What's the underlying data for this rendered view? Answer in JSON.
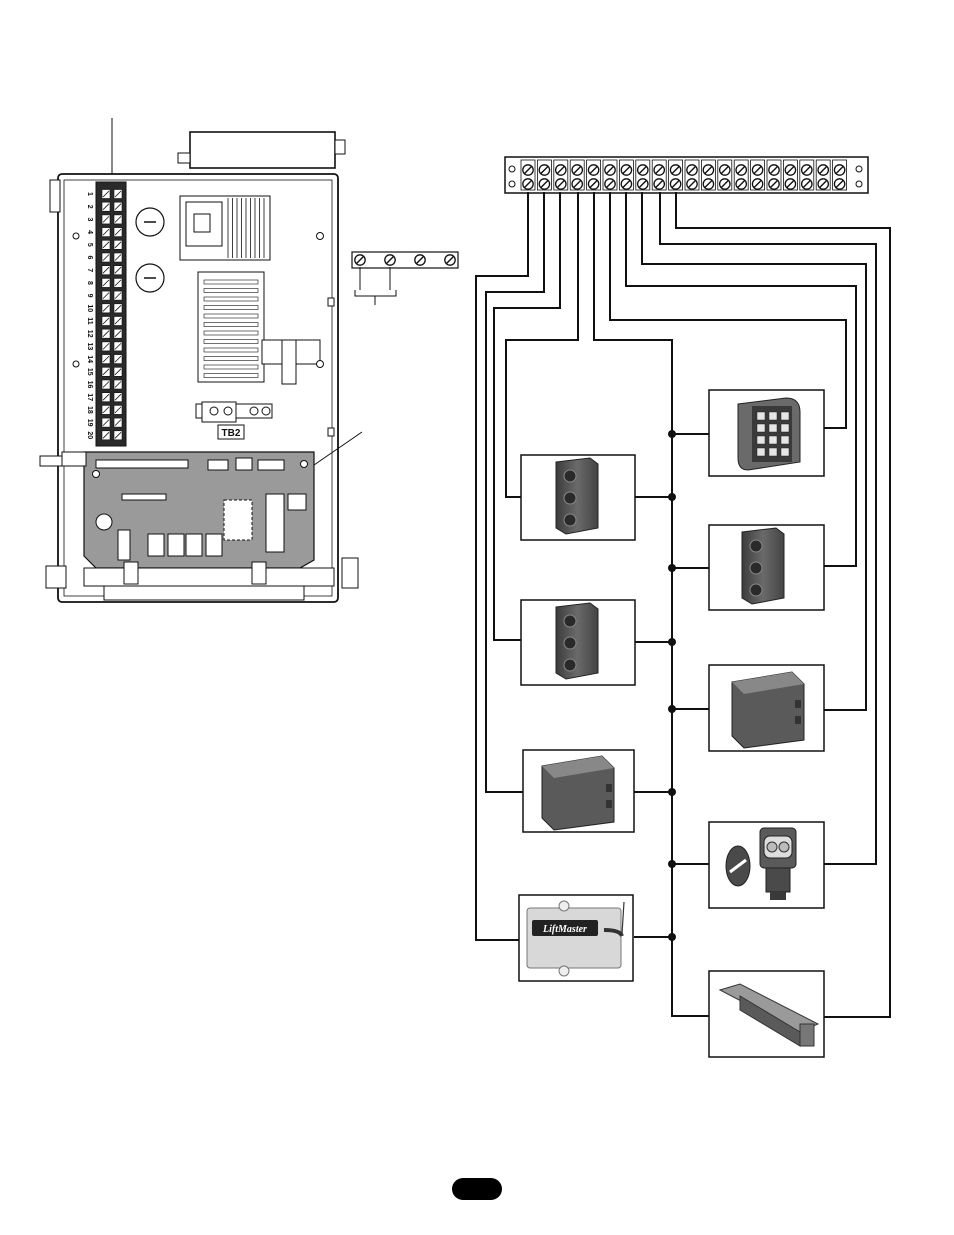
{
  "control_box": {
    "terminal_numbers": [
      "1",
      "2",
      "3",
      "4",
      "5",
      "6",
      "7",
      "8",
      "9",
      "10",
      "11",
      "12",
      "13",
      "14",
      "15",
      "16",
      "17",
      "18",
      "19",
      "20"
    ],
    "tb2_label": "TB2"
  },
  "terminal_strip": {
    "terminal_count": 20,
    "wired_terminals": [
      1,
      2,
      3,
      4,
      5,
      6,
      7,
      8,
      9,
      10
    ]
  },
  "devices": [
    {
      "id": "keypad",
      "icon": "keypad-icon"
    },
    {
      "id": "station-left-1",
      "icon": "push-button-station-icon"
    },
    {
      "id": "station-right",
      "icon": "push-button-station-icon"
    },
    {
      "id": "station-left-2",
      "icon": "push-button-station-icon"
    },
    {
      "id": "loop-detector-right",
      "icon": "loop-detector-box-icon"
    },
    {
      "id": "loop-detector-left",
      "icon": "loop-detector-box-icon"
    },
    {
      "id": "photo-eye",
      "icon": "photo-eye-icon"
    },
    {
      "id": "receiver",
      "icon": "radio-receiver-icon",
      "brand": "LiftMaster"
    },
    {
      "id": "edge-sensor",
      "icon": "edge-sensor-icon"
    }
  ],
  "colors": {
    "ink": "#111111",
    "device_gray": "#5a5a5a",
    "board_gray": "#9a9a9a"
  }
}
